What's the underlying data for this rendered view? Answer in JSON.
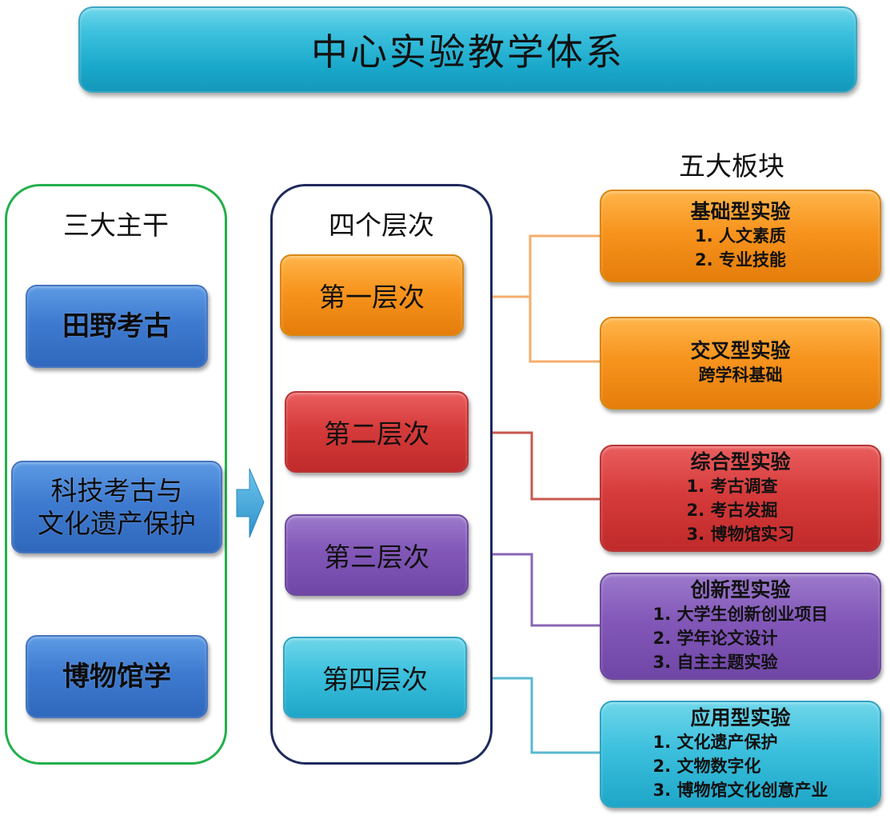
{
  "title": "中心实验教学体系",
  "trunks": {
    "heading": "三大主干",
    "items": [
      {
        "label": "田野考古"
      },
      {
        "label_lines": [
          "科技考古与",
          "文化遗产保护"
        ]
      },
      {
        "label": "博物馆学"
      }
    ]
  },
  "levels": {
    "heading": "四个层次",
    "items": [
      {
        "label": "第一层次",
        "color": "#f7941e"
      },
      {
        "label": "第二层次",
        "color": "#d63b3b"
      },
      {
        "label": "第三层次",
        "color": "#8257b8"
      },
      {
        "label": "第四层次",
        "color": "#3cc0dd"
      }
    ]
  },
  "modules": {
    "heading": "五大板块",
    "items": [
      {
        "title": "基础型实验",
        "items": [
          "1. 人文素质",
          "2. 专业技能"
        ],
        "color": "#f7941e"
      },
      {
        "title": "交叉型实验",
        "items": [
          "跨学科基础"
        ],
        "color": "#f7941e"
      },
      {
        "title": "综合型实验",
        "items": [
          "1. 考古调查",
          "2. 考古发掘",
          "3. 博物馆实习"
        ],
        "color": "#d63b3b"
      },
      {
        "title": "创新型实验",
        "items": [
          "1. 大学生创新创业项目",
          "2. 学年论文设计",
          "3. 自主主题实验"
        ],
        "color": "#8257b8"
      },
      {
        "title": "应用型实验",
        "items": [
          "1. 文化遗产保护",
          "2. 文物数字化",
          "3. 博物馆文化创意产业"
        ],
        "color": "#3cc0dd"
      }
    ]
  },
  "connector_colors": {
    "level1": "#f6ae6a",
    "level2": "#c8584f",
    "level3": "#8a66b4",
    "level4": "#5ab8cf",
    "arrow": "#3a9fd0"
  }
}
